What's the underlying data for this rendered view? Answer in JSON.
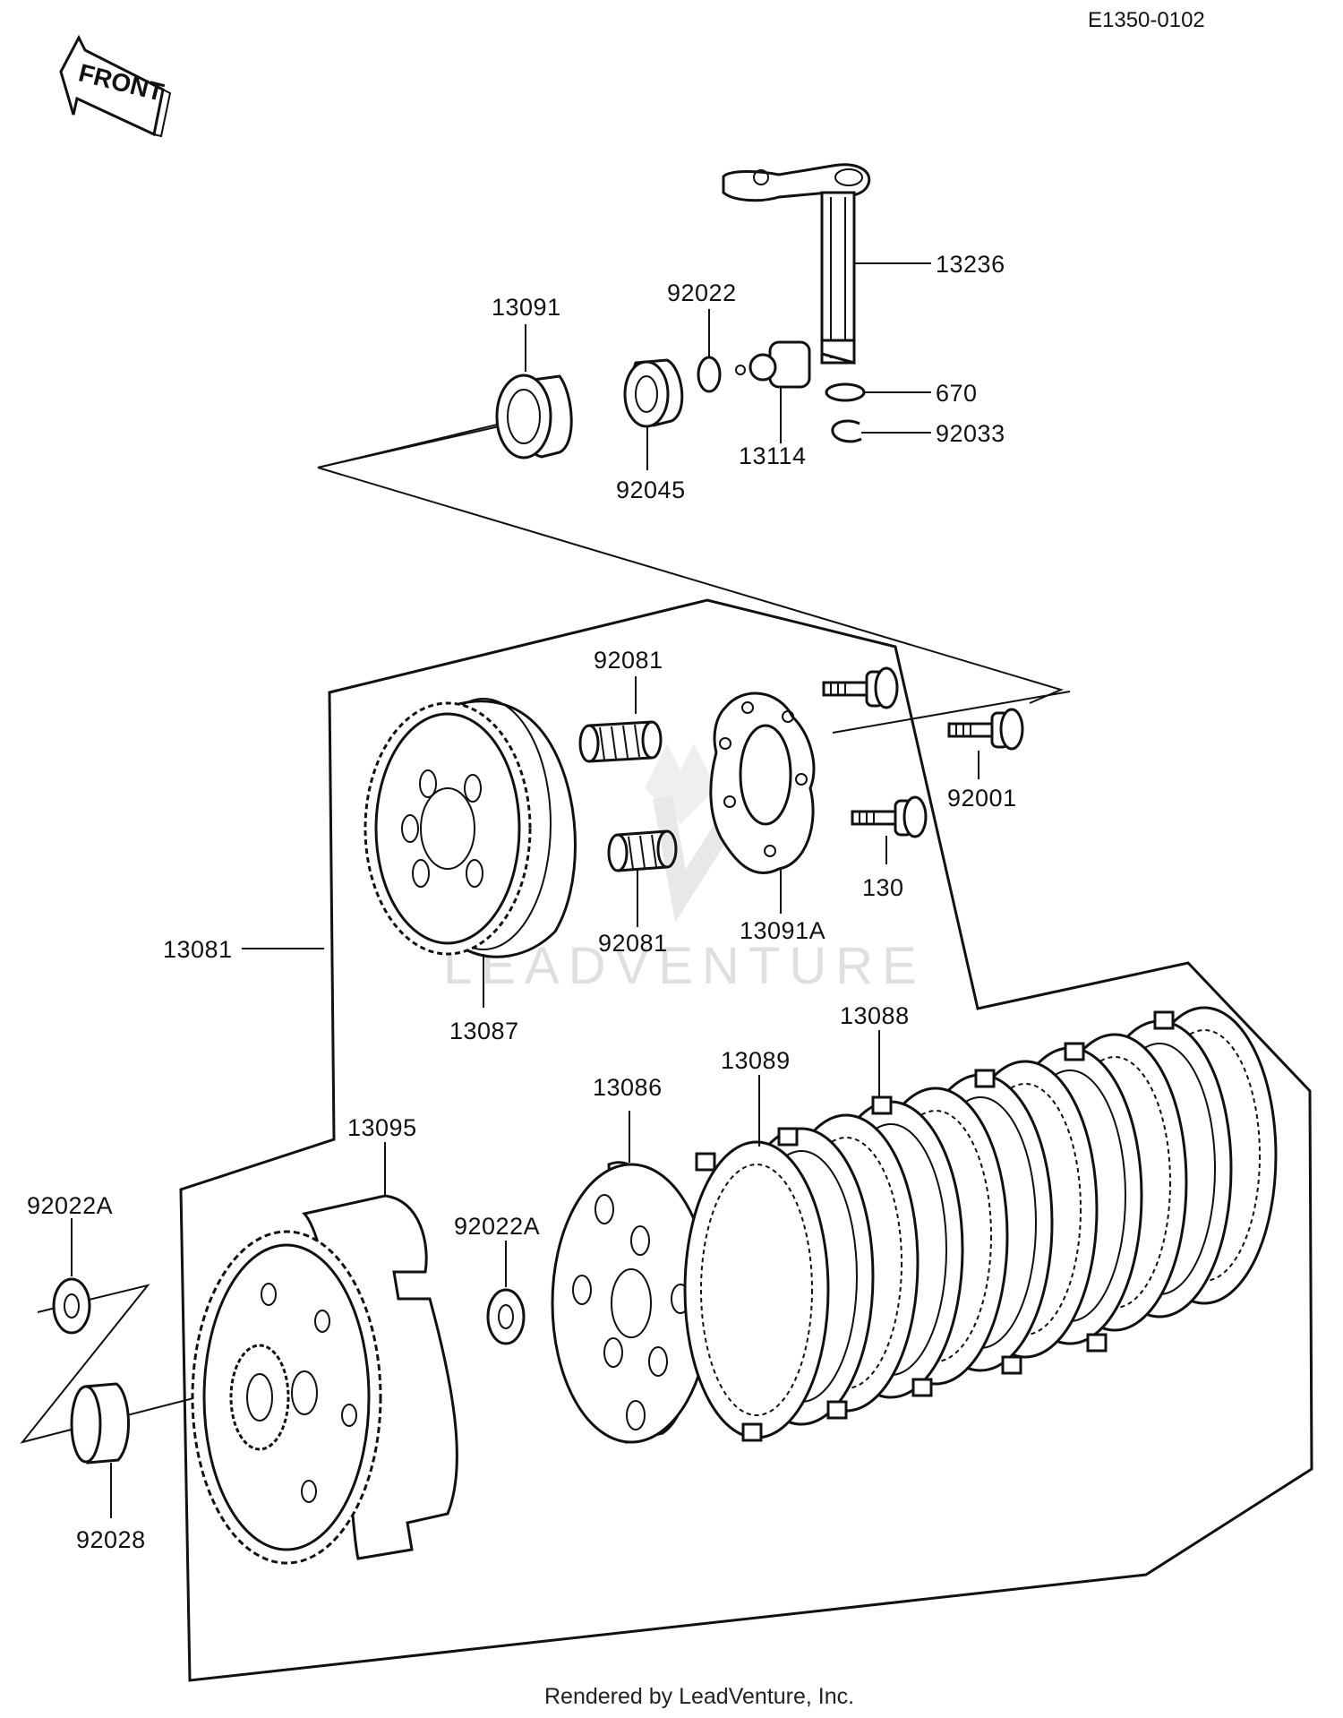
{
  "diagram": {
    "ref_code": "E1350-0102",
    "front_sign": "FRONT",
    "watermark": "LEADVENTURE",
    "footer": "Rendered by LeadVenture, Inc.",
    "labels": {
      "p13236": "13236",
      "p13091": "13091",
      "p92022": "92022",
      "p670": "670",
      "p92033": "92033",
      "p13114": "13114",
      "p92045": "92045",
      "p92081_top": "92081",
      "p92001": "92001",
      "p130": "130",
      "p13091A": "13091A",
      "p92081_bottom": "92081",
      "p13081": "13081",
      "p13087": "13087",
      "p13088": "13088",
      "p13089": "13089",
      "p13086": "13086",
      "p13095": "13095",
      "p92022A_left": "92022A",
      "p92022A_mid": "92022A",
      "p92028": "92028"
    }
  }
}
